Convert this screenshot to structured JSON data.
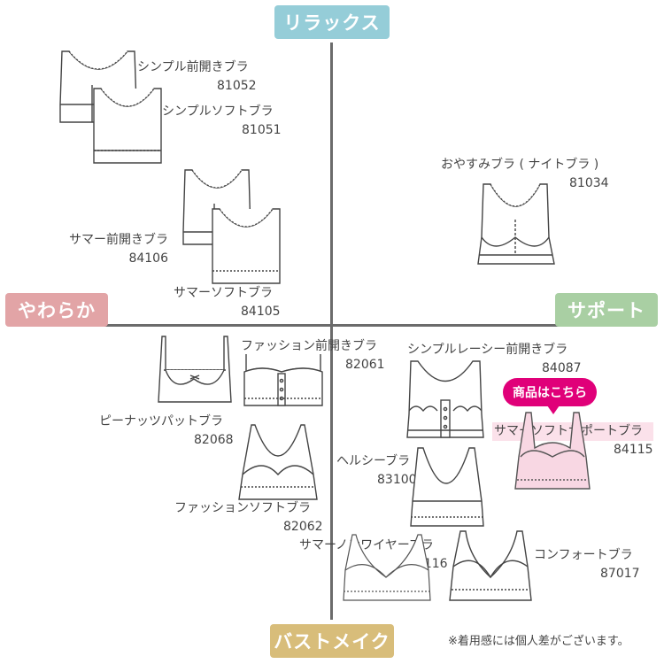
{
  "axes": {
    "top": "リラックス",
    "left": "やわらか",
    "right": "サポート",
    "bottom": "バストメイク"
  },
  "colors": {
    "top": "#95cdd8",
    "left": "#e2a4a6",
    "right": "#a9cfa3",
    "bottom": "#d8bd7a",
    "callout": "#e00079",
    "highlight_bra": "#f8d7e3"
  },
  "products": [
    {
      "name": "シンプル前開きブラ",
      "code": "81052"
    },
    {
      "name": "シンプルソフトブラ",
      "code": "81051"
    },
    {
      "name": "おやすみブラ ( ナイトブラ )",
      "code": "81034"
    },
    {
      "name": "サマー前開きブラ",
      "code": "84106"
    },
    {
      "name": "サマーソフトブラ",
      "code": "84105"
    },
    {
      "name": "ファッション前開きブラ",
      "code": "82061"
    },
    {
      "name": "シンプルレーシー前開きブラ",
      "code": "84087"
    },
    {
      "name": "ピーナッツパットブラ",
      "code": "82068"
    },
    {
      "name": "サマーソフトサポートブラ",
      "code": "84115"
    },
    {
      "name": "ヘルシーブラ",
      "code": "83100"
    },
    {
      "name": "ファッションソフトブラ",
      "code": "82062"
    },
    {
      "name": "サマーノンワイヤーブラ",
      "code": "84116"
    },
    {
      "name": "コンフォートブラ",
      "code": "87017"
    }
  ],
  "callout": "商品はこちら",
  "note": "※着用感には個人差がございます。"
}
